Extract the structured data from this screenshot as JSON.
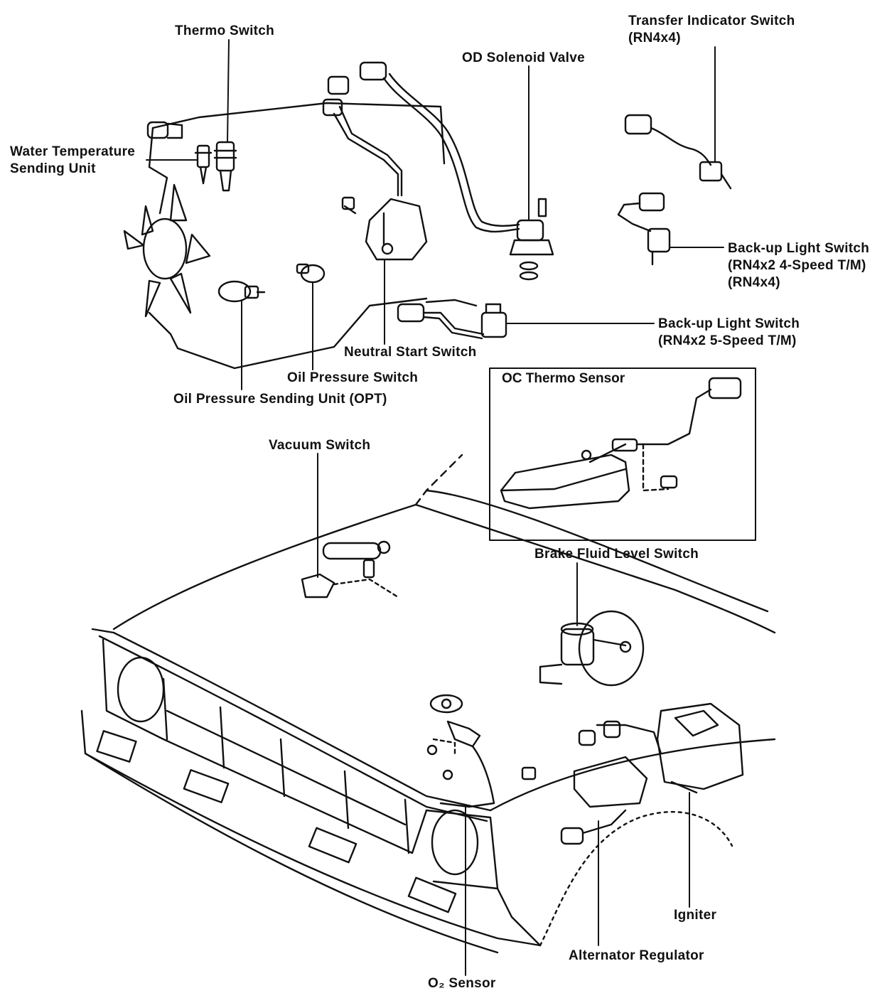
{
  "labels": {
    "thermo_switch": "Thermo Switch",
    "water_temp_1": "Water Temperature",
    "water_temp_2": "Sending Unit",
    "od_solenoid": "OD Solenoid Valve",
    "transfer_1": "Transfer Indicator Switch",
    "transfer_2": "(RN4x4)",
    "backup_a_1": "Back-up Light Switch",
    "backup_a_2": "(RN4x2 4-Speed T/M)",
    "backup_a_3": "(RN4x4)",
    "backup_b_1": "Back-up Light Switch",
    "backup_b_2": "(RN4x2 5-Speed T/M)",
    "neutral_start": "Neutral Start Switch",
    "oil_pressure_switch": "Oil Pressure Switch",
    "oil_pressure_unit": "Oil Pressure Sending Unit (OPT)",
    "oc_thermo": "OC Thermo Sensor",
    "vacuum_switch": "Vacuum Switch",
    "brake_fluid": "Brake Fluid Level Switch",
    "igniter": "Igniter",
    "alternator_regulator": "Alternator Regulator",
    "o2_sensor": "O₂ Sensor"
  },
  "colors": {
    "ink": "#111111",
    "paper": "#ffffff"
  }
}
